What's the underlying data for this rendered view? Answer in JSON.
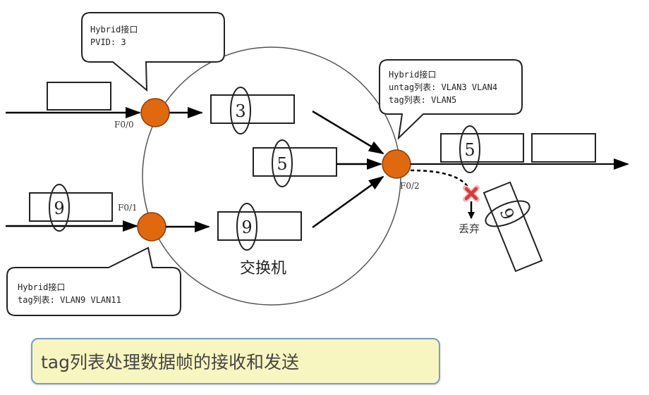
{
  "diagram": {
    "switch_label": "交换机",
    "ports": [
      {
        "id": "F0/0",
        "label": "F0/0"
      },
      {
        "id": "F0/1",
        "label": "F0/1"
      },
      {
        "id": "F0/2",
        "label": "F0/2"
      }
    ],
    "callouts": {
      "f0_0": {
        "line1": "Hybrid接口",
        "line2": "PVID: 3"
      },
      "f0_1": {
        "line1": "Hybrid接口",
        "line2": "tag列表: VLAN9  VLAN11"
      },
      "f0_2": {
        "line1": "Hybrid接口",
        "line2": "untag列表: VLAN3 VLAN4",
        "line3": "tag列表: VLAN5"
      }
    },
    "frames": {
      "in_f0_0": {
        "tag": ""
      },
      "in_f0_1": {
        "tag": "9"
      },
      "inside_3": {
        "tag": "3"
      },
      "inside_5": {
        "tag": "5"
      },
      "inside_9": {
        "tag": "9"
      },
      "out_f0_2_tagged": {
        "tag": "5"
      },
      "out_f0_2_untagged": {
        "tag": ""
      },
      "dropped": {
        "tag": "9"
      }
    },
    "drop_label": "丢弃",
    "colors": {
      "port_fill": "#E0690F",
      "port_stroke": "#8a3d08",
      "drop_x": "#d63a3a",
      "caption_bg": "#f8f6c0",
      "caption_border": "#7a9cc0"
    }
  },
  "caption": "tag列表处理数据帧的接收和发送"
}
